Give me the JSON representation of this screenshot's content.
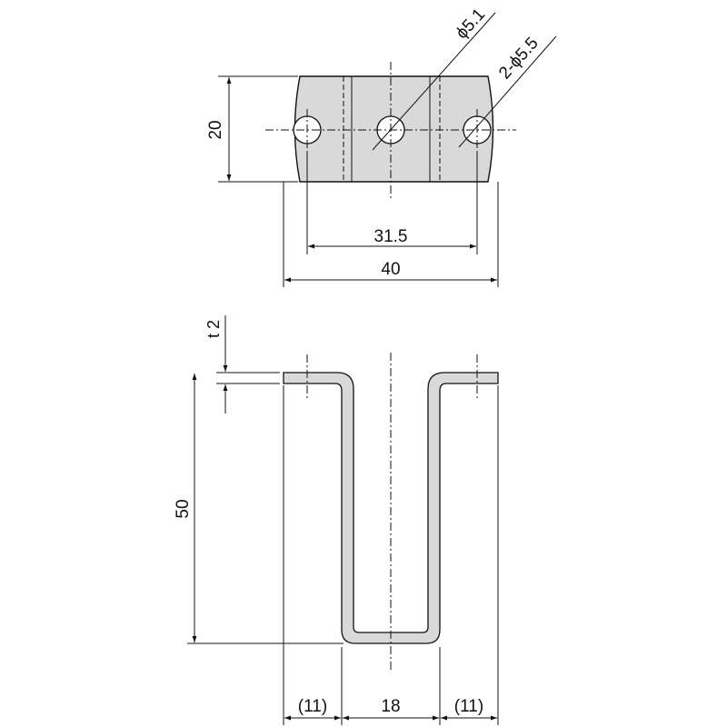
{
  "top_view": {
    "dim_height": "20",
    "dim_hole_center": "ϕ5.1",
    "dim_holes_side": "2-ϕ5.5",
    "dim_pitch": "31.5",
    "dim_width": "40"
  },
  "side_view": {
    "dim_thickness": "t 2",
    "dim_height": "50",
    "dim_left": "(11)",
    "dim_middle": "18",
    "dim_right": "(11)"
  },
  "colors": {
    "part_fill": "#d9d9d9",
    "line": "#111111"
  }
}
